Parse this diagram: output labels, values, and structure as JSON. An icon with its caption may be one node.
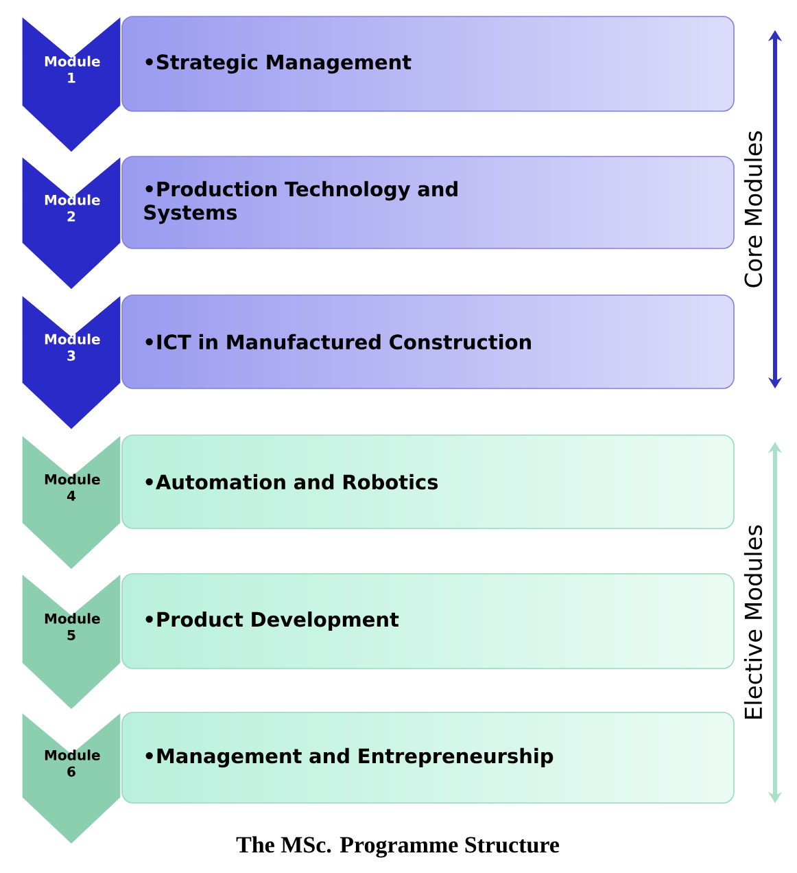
{
  "diagram": {
    "caption": "The MSc. Programme Structure",
    "nodes": [
      {
        "text": [
          "Module 1"
        ]
      },
      {
        "text": [
          "•Strategic Management"
        ]
      },
      {
        "text": [
          "Module 2"
        ]
      },
      {
        "text": [
          "•Production Technology and Systems"
        ]
      },
      {
        "text": [
          "Module 3"
        ]
      },
      {
        "text": [
          "•ICT in Manufactured Construction"
        ]
      },
      {
        "text": [
          "Module 4"
        ]
      },
      {
        "text": [
          "•Automation and Robotics"
        ]
      },
      {
        "text": [
          "Module 5"
        ]
      },
      {
        "text": [
          "•Product Development"
        ]
      },
      {
        "text": [
          "Module 6"
        ]
      },
      {
        "text": [
          "•Management and Entrepreneurship"
        ]
      }
    ],
    "labels": [
      "Core Modules",
      "Elective Modules"
    ]
  }
}
